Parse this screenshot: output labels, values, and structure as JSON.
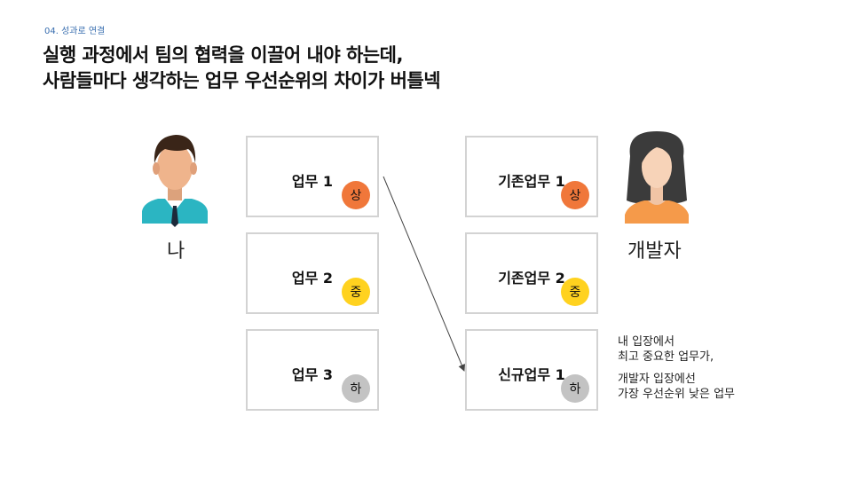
{
  "section_label": "04. 성과로 연결",
  "title": {
    "line1": "실행 과정에서 팀의 협력을 이끌어 내야 하는데,",
    "line2": "사람들마다 생각하는 업무 우선순위의 차이가 버틀넥"
  },
  "people": {
    "me": {
      "label": "나",
      "icon": "man-avatar-icon"
    },
    "developer": {
      "label": "개발자",
      "icon": "woman-avatar-icon"
    }
  },
  "my_tasks": [
    {
      "label": "업무 1",
      "priority": "상"
    },
    {
      "label": "업무 2",
      "priority": "중"
    },
    {
      "label": "업무 3",
      "priority": "하"
    }
  ],
  "dev_tasks": [
    {
      "label": "기존업무 1",
      "priority": "상"
    },
    {
      "label": "기존업무 2",
      "priority": "중"
    },
    {
      "label": "신규업무 1",
      "priority": "하"
    }
  ],
  "note": {
    "line1": "내 입장에서",
    "line2": "최고 중요한 업무가,",
    "line3": "개발자 입장에선",
    "line4": "가장 우선순위 낮은 업무"
  },
  "colors": {
    "high": "#f0773a",
    "mid": "#ffd21f",
    "low": "#c3c3c3",
    "section_label": "#3a6fb0"
  }
}
